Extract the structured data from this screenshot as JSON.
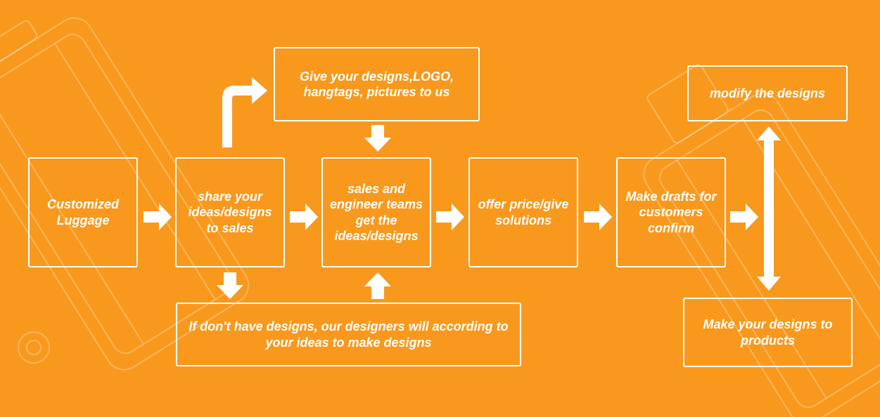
{
  "colors": {
    "background": "#f8991d",
    "line": "#ffffff"
  },
  "nodes": {
    "customized_luggage": "Customized Luggage",
    "share_ideas": "share your ideas/designs to sales",
    "give_designs": "Give your designs,LOGO, hangtags, pictures to us",
    "no_designs": "If don't have designs, our designers will according to your ideas to make designs",
    "sales_engineer": "sales and engineer teams get the ideas/designs",
    "offer_price": "offer price/give solutions",
    "make_drafts": "Make drafts for customers confirm",
    "modify": "modify the designs",
    "make_products": "Make your designs to products"
  },
  "edges": [
    {
      "from": "customized_luggage",
      "to": "share_ideas"
    },
    {
      "from": "share_ideas",
      "to": "give_designs"
    },
    {
      "from": "share_ideas",
      "to": "no_designs"
    },
    {
      "from": "give_designs",
      "to": "sales_engineer"
    },
    {
      "from": "no_designs",
      "to": "sales_engineer"
    },
    {
      "from": "share_ideas",
      "to": "sales_engineer"
    },
    {
      "from": "sales_engineer",
      "to": "offer_price"
    },
    {
      "from": "offer_price",
      "to": "make_drafts"
    },
    {
      "from": "make_drafts",
      "to": "modify"
    },
    {
      "from": "make_drafts",
      "to": "make_products"
    }
  ]
}
